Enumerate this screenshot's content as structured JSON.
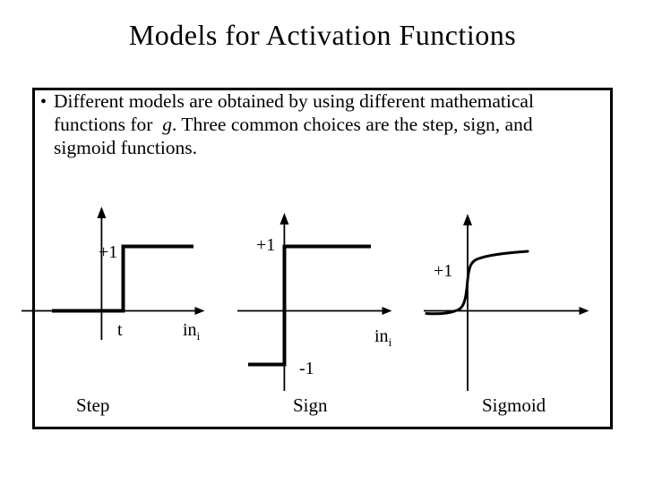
{
  "page": {
    "background_color": "#ffffff",
    "ink_color": "#000000"
  },
  "slide": {
    "title": "Models for Activation Functions",
    "bullet": {
      "marker": "•",
      "line1": "Different models are obtained by using different mathematical",
      "line2_before": "functions for  ",
      "line2_italic": "g",
      "line2_after": ". Three common choices are the step, sign, and",
      "line3": "sigmoid functions."
    }
  },
  "figures": {
    "step": {
      "caption": "Step",
      "plus_one_label": "+1",
      "threshold_label": "t",
      "x_axis_label": "in",
      "x_axis_subscript": "i"
    },
    "sign": {
      "caption": "Sign",
      "plus_one_label": "+1",
      "minus_one_label": "-1",
      "x_axis_label": "in",
      "x_axis_subscript": "i"
    },
    "sigmoid": {
      "caption": "Sigmoid",
      "plus_one_label": "+1"
    }
  }
}
